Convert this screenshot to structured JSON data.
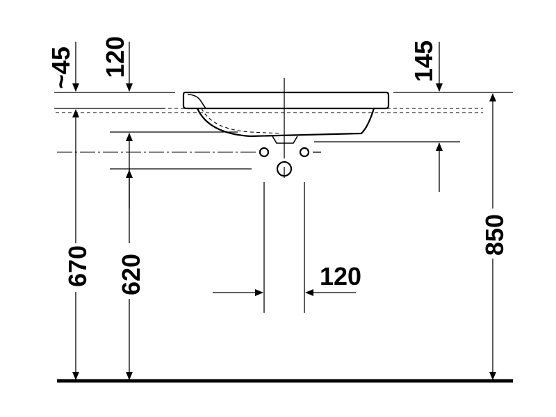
{
  "dimensions": {
    "top_left_approx": "~45",
    "top_left_120": "120",
    "top_right_145": "145",
    "left_height_670": "670",
    "mid_height_620": "620",
    "right_height_850": "850",
    "drain_spacing_120": "120"
  },
  "colors": {
    "ink": "#000000",
    "background": "#ffffff"
  }
}
